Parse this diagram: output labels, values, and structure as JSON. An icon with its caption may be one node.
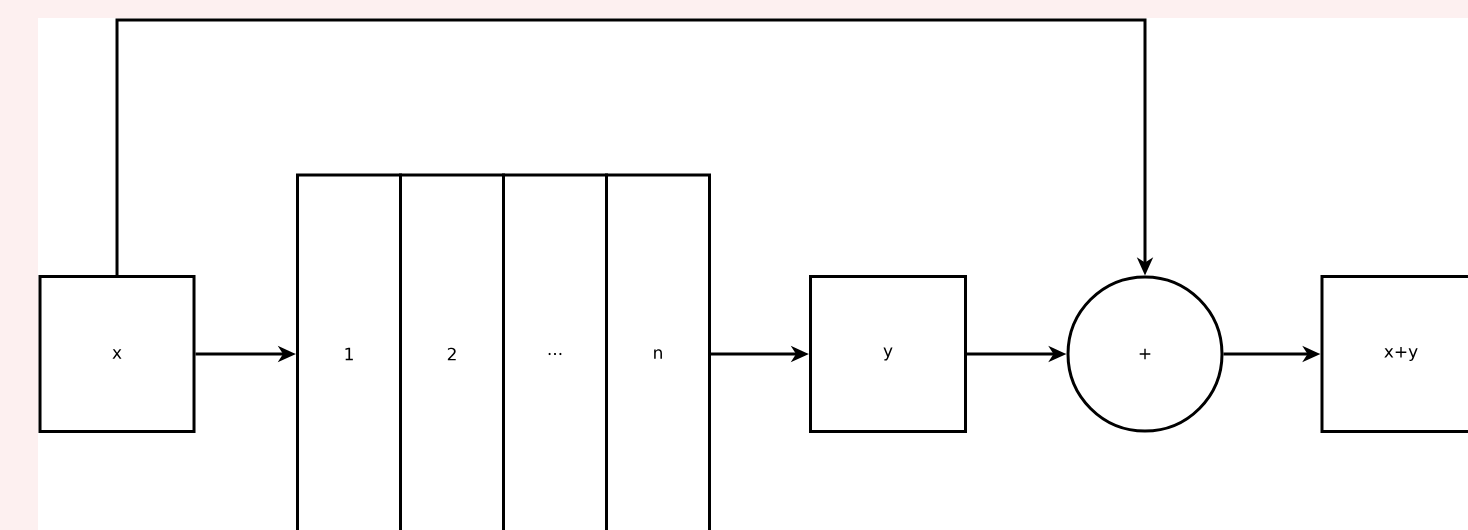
{
  "diagram": {
    "nodes": [
      {
        "text": [
          "x"
        ]
      },
      {
        "text": [
          "1"
        ]
      },
      {
        "text": [
          "2"
        ]
      },
      {
        "text": [
          "..."
        ]
      },
      {
        "text": [
          "n"
        ]
      },
      {
        "text": [
          "y"
        ]
      },
      {
        "text": [
          "+"
        ]
      },
      {
        "text": [
          "x+y"
        ]
      }
    ],
    "edges": [
      {
        "from": 0,
        "to": 1,
        "arrow": "to"
      },
      {
        "from": 4,
        "to": 5,
        "arrow": "to"
      },
      {
        "from": 5,
        "to": 6,
        "arrow": "to"
      },
      {
        "from": 6,
        "to": 7,
        "arrow": "to"
      },
      {
        "from": 0,
        "to": 6,
        "arrow": "to"
      }
    ]
  }
}
